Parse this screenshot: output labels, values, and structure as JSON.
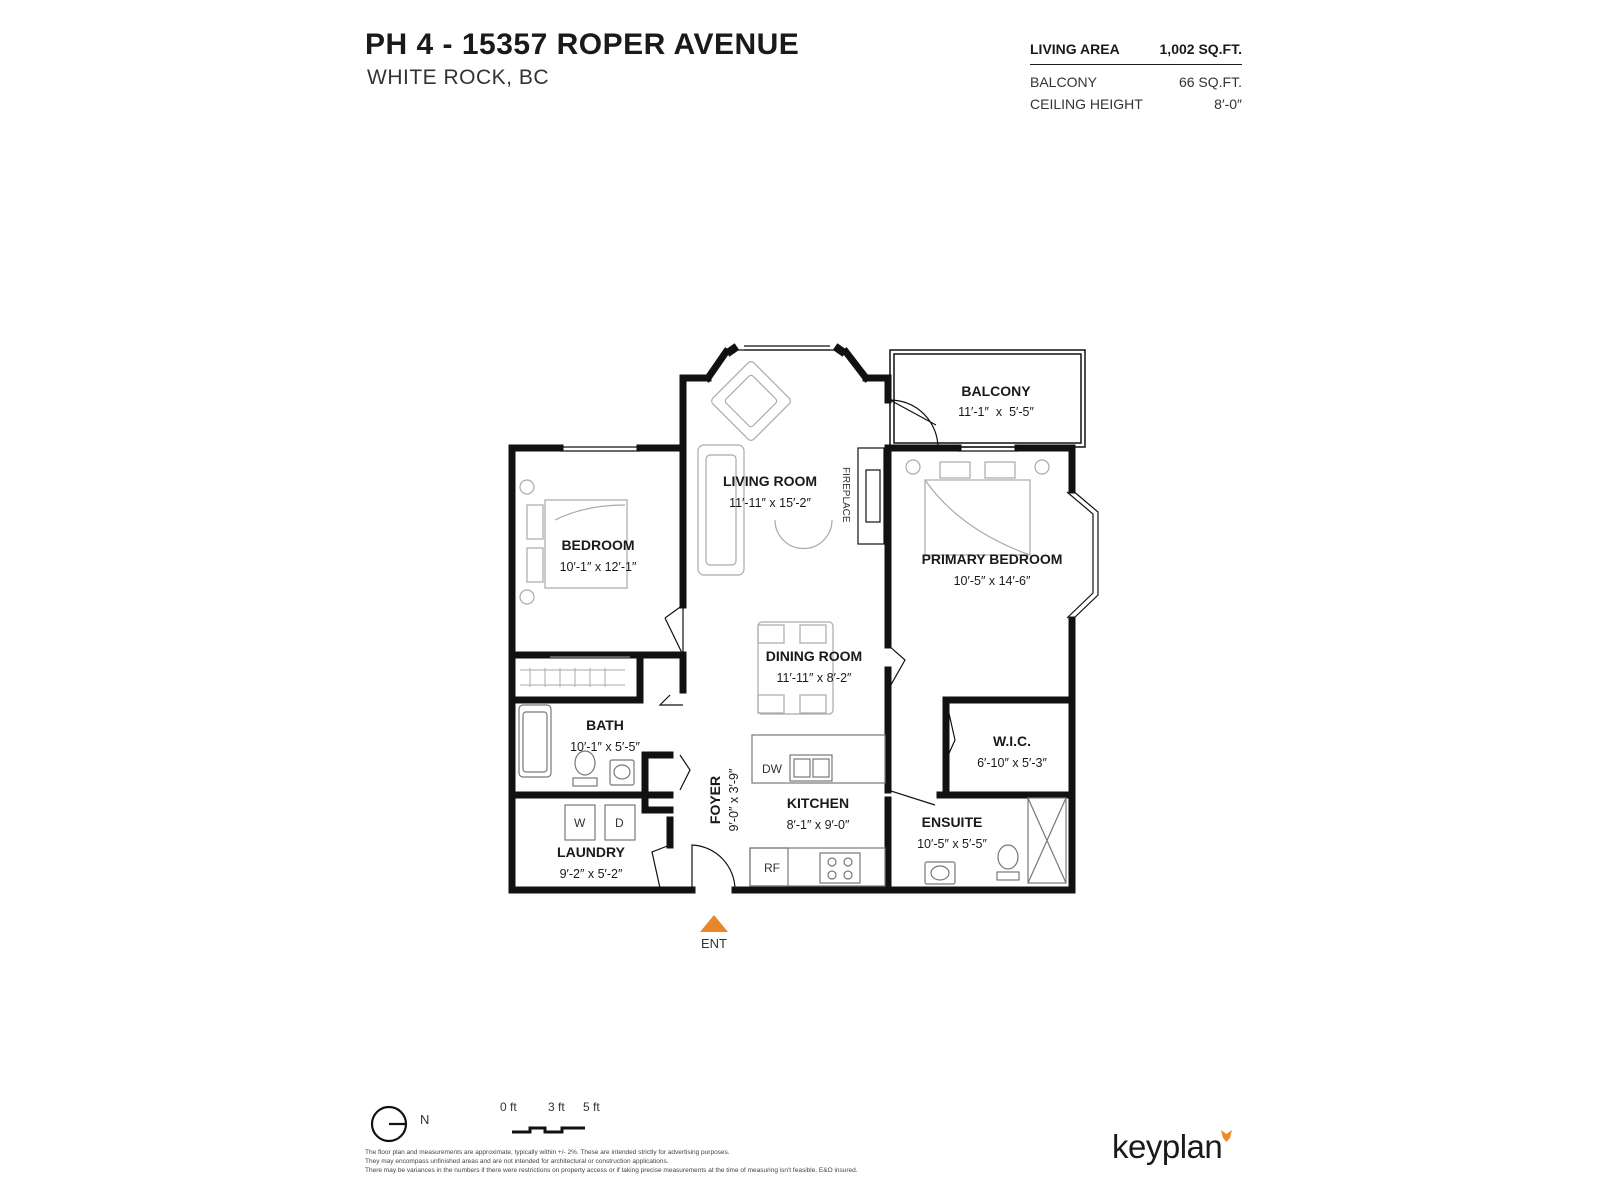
{
  "header": {
    "title": "PH 4 - 15357 ROPER AVENUE",
    "subtitle": "WHITE ROCK, BC"
  },
  "stats": [
    {
      "label": "LIVING AREA",
      "value": "1,002 SQ.FT."
    },
    {
      "label": "BALCONY",
      "value": "66 SQ.FT."
    },
    {
      "label": "CEILING HEIGHT",
      "value": "8′-0″"
    }
  ],
  "rooms": {
    "balcony": {
      "name": "BALCONY",
      "dims": "11′-1″  x  5′-5″"
    },
    "living": {
      "name": "LIVING ROOM",
      "dims": "11′-11″  x  15′-2″"
    },
    "bedroom": {
      "name": "BEDROOM",
      "dims": "10′-1″  x  12′-1″"
    },
    "primary": {
      "name": "PRIMARY BEDROOM",
      "dims": "10′-5″  x  14′-6″"
    },
    "dining": {
      "name": "DINING ROOM",
      "dims": "11′-11″  x  8′-2″"
    },
    "bath": {
      "name": "BATH",
      "dims": "10′-1″  x  5′-5″"
    },
    "wic": {
      "name": "W.I.C.",
      "dims": "6′-10″  x  5′-3″"
    },
    "kitchen": {
      "name": "KITCHEN",
      "dims": "8′-1″  x  9′-0″"
    },
    "foyer": {
      "name": "FOYER",
      "dims": "9′-0″  x  3′-9″"
    },
    "ensuite": {
      "name": "ENSUITE",
      "dims": "10′-5″  x  5′-5″"
    },
    "laundry": {
      "name": "LAUNDRY",
      "dims": "9′-2″  x  5′-2″"
    }
  },
  "fixtures": {
    "fireplace": "FIREPLACE",
    "dishwasher": "DW",
    "fridge": "RF",
    "washer": "W",
    "dryer": "D"
  },
  "entrance": "ENT",
  "compass": {
    "label": "N"
  },
  "scale": {
    "t0": "0 ft",
    "t1": "3 ft",
    "t2": "5 ft"
  },
  "disclaimer": [
    "The floor plan and measurements are approximate, typically within +/- 2%. These are intended strictly for advertising purposes.",
    "They may encompass unfinished areas and are not intended for architectural or construction applications.",
    "There may be variances in the numbers if there were restrictions on property access or if taking precise measurements at the time of measuring isn't feasible. E&O insured."
  ],
  "brand": "keyplan",
  "colors": {
    "wall": "#111111",
    "entrance": "#e8862a",
    "brand_accent": "#f08a24"
  }
}
